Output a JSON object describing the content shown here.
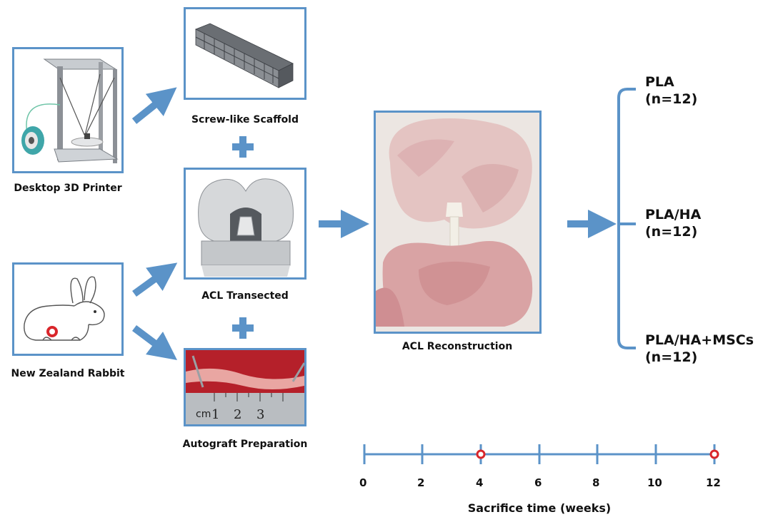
{
  "labels": {
    "printer": "Desktop 3D Printer",
    "scaffold": "Screw-like Scaffold",
    "acl_transected": "ACL Transected",
    "rabbit": "New Zealand Rabbit",
    "autograft": "Autograft Preparation",
    "reconstruction": "ACL Reconstruction"
  },
  "groups": [
    {
      "name": "PLA",
      "n": "(n=12)"
    },
    {
      "name": "PLA/HA",
      "n": "(n=12)"
    },
    {
      "name": "PLA/HA+MSCs",
      "n": "(n=12)"
    }
  ],
  "ruler_marks": [
    "cm",
    "1",
    "2",
    "3"
  ],
  "timeline": {
    "ticks": [
      "0",
      "2",
      "4",
      "6",
      "8",
      "10",
      "12"
    ],
    "sacrifice_points": [
      "4",
      "12"
    ],
    "axis_label": "Sacrifice time (weeks)"
  },
  "colors": {
    "accent": "#5b93c8",
    "marker": "#d9262b"
  }
}
